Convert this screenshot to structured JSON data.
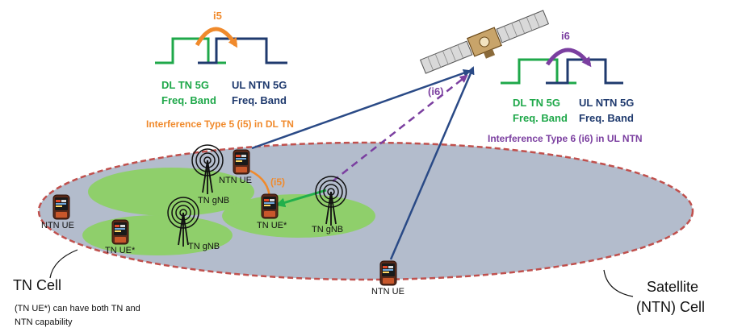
{
  "colors": {
    "dl_tn": "#1fa84a",
    "ul_ntn": "#1f3a6e",
    "i5": "#f08a2c",
    "i6": "#7b3fa0",
    "ntn_cell_fill": "#b3bccc",
    "ntn_cell_border": "#c0504d",
    "tn_cell_fill": "#8fcf6b",
    "link": "#2a4a86",
    "tn_link": "#22b04b"
  },
  "left_band": {
    "tag": "i5",
    "dl_label_1": "DL TN 5G",
    "dl_label_2": "Freq. Band",
    "ul_label_1": "UL NTN 5G",
    "ul_label_2": "Freq. Band",
    "caption": "Interference Type 5 (i5) in DL TN"
  },
  "right_band": {
    "tag": "i6",
    "dl_label_1": "DL TN 5G",
    "dl_label_2": "Freq. Band",
    "ul_label_1": "UL NTN 5G",
    "ul_label_2": "Freq. Band",
    "caption": "Interference Type 6 (i6) in UL NTN"
  },
  "link_tags": {
    "i6": "(i6)",
    "i5": "(i5)"
  },
  "devices": {
    "ntn_ue_top": "NTN UE",
    "ntn_ue_left": "NTN UE",
    "ntn_ue_bottom": "NTN UE",
    "tn_ue_center": "TN UE*",
    "tn_ue_left": "TN UE*"
  },
  "stations": {
    "gnb_top": "TN gNB",
    "gnb_left": "TN gNB",
    "gnb_right": "TN gNB"
  },
  "cells": {
    "tn_cell": "TN Cell",
    "note_line_1": "(TN UE*) can have both TN and",
    "note_line_2": "NTN capability",
    "sat_cell_line_1": "Satellite",
    "sat_cell_line_2": "(NTN) Cell"
  },
  "icons": [
    "satellite-icon",
    "base-station-icon",
    "phone-icon"
  ]
}
